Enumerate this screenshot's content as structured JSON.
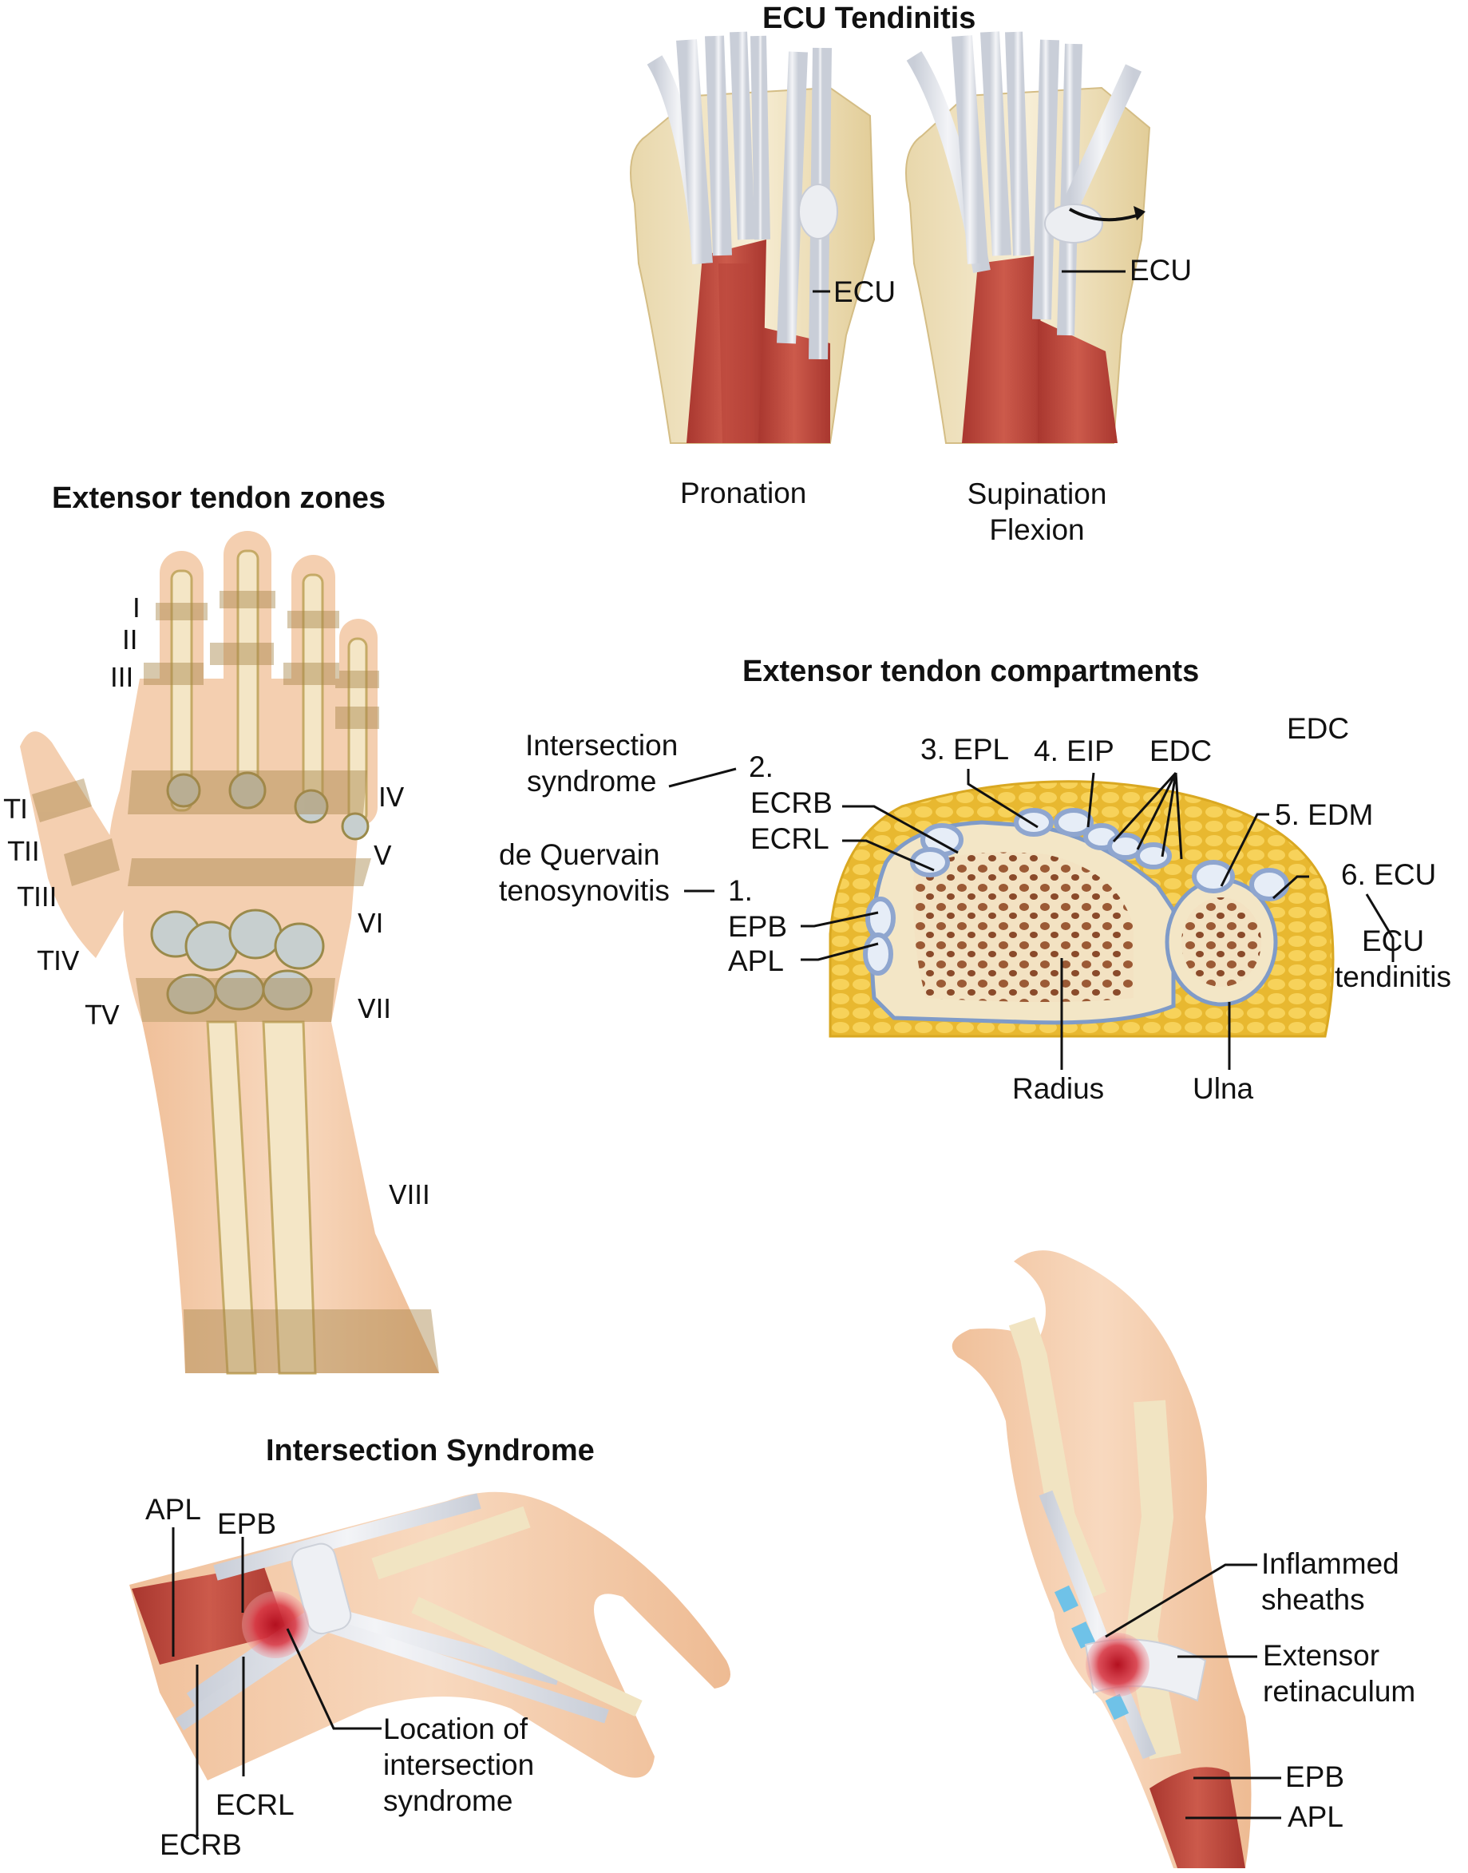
{
  "panels": {
    "ecu": {
      "title": "ECU Tendinitis",
      "left_caption": "Pronation",
      "right_caption_1": "Supination",
      "right_caption_2": "Flexion",
      "left_label": "ECU",
      "right_label": "ECU"
    },
    "zones": {
      "title": "Extensor tendon zones",
      "finger_zones": [
        "I",
        "II",
        "III",
        "IV",
        "V",
        "VI",
        "VII",
        "VIII"
      ],
      "thumb_zones": [
        "TI",
        "TII",
        "TIII",
        "TIV",
        "TV"
      ]
    },
    "compartments": {
      "title": "Extensor tendon compartments",
      "intersection_1": "Intersection",
      "intersection_2": "syndrome",
      "dequervain_1": "de Quervain",
      "dequervain_2": "tenosynovitis",
      "num2": "2.",
      "num1": "1.",
      "ecrb": "ECRB",
      "ecrl": "ECRL",
      "epb": "EPB",
      "apl": "APL",
      "epl": "3. EPL",
      "eip": "4. EIP",
      "edc": "EDC",
      "edc_top": "EDC",
      "edm": "5. EDM",
      "ecu": "6. ECU",
      "ecu_tend_1": "ECU",
      "ecu_tend_2": "tendinitis",
      "radius": "Radius",
      "ulna": "Ulna"
    },
    "intersection": {
      "title": "Intersection Syndrome",
      "apl": "APL",
      "epb": "EPB",
      "ecrl": "ECRL",
      "ecrb": "ECRB",
      "location_1": "Location of",
      "location_2": "intersection",
      "location_3": "syndrome"
    },
    "dequervain": {
      "inflamed_1": "Inflammed",
      "inflamed_2": "sheaths",
      "retinaculum_1": "Extensor",
      "retinaculum_2": "retinaculum",
      "epb": "EPB",
      "apl": "APL"
    }
  },
  "colors": {
    "bone": "#f1e4c2",
    "bone_shade": "#d9c48f",
    "tendon": "#dfe3ea",
    "muscle": "#b8453a",
    "skin": "#f3c9a6",
    "zone_band": "#b99a5c",
    "fat": "#efc64a",
    "sheath": "#9db3d8",
    "inflammation": "#c41e2e",
    "sheath_blue": "#6fc2e8"
  }
}
